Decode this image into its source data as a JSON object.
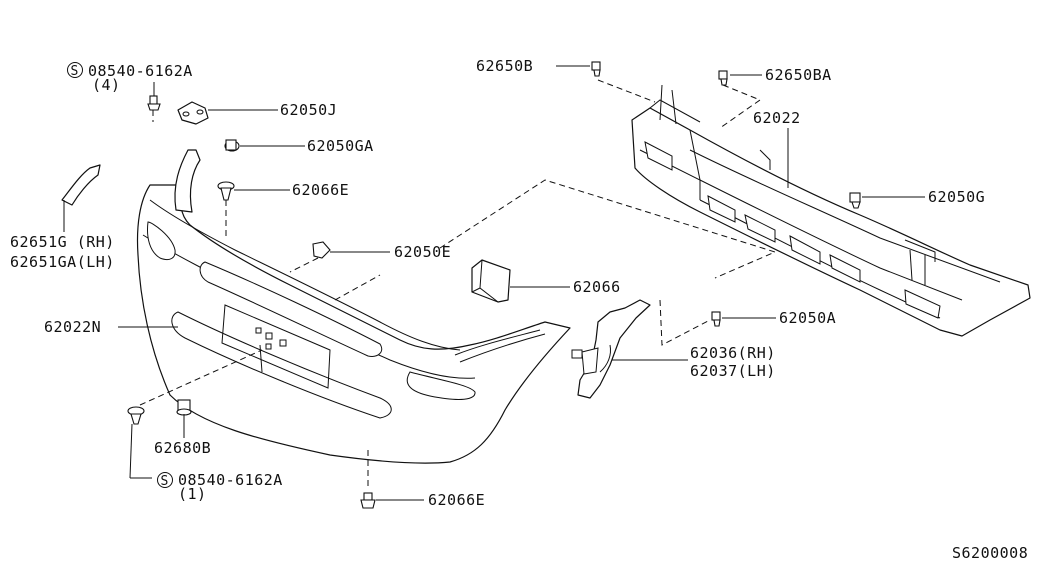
{
  "diagram": {
    "code": "S6200008",
    "callouts": {
      "bolt_top": "08540-6162A",
      "bolt_top_qty": "(4)",
      "bolt_bottom": "08540-6162A",
      "bolt_bottom_qty": "(1)",
      "p62050J": "62050J",
      "p62050GA": "62050GA",
      "p62066E_top": "62066E",
      "p62651G": "62651G (RH)",
      "p62651GA": "62651GA(LH)",
      "p62050E": "62050E",
      "p62066": "62066",
      "p62022N": "62022N",
      "p62680B": "62680B",
      "p62066E_bottom": "62066E",
      "p62650B": "62650B",
      "p62650BA": "62650BA",
      "p62022": "62022",
      "p62050G": "62050G",
      "p62050A": "62050A",
      "p62036": "62036(RH)",
      "p62037": "62037(LH)"
    },
    "symbol": "S"
  }
}
